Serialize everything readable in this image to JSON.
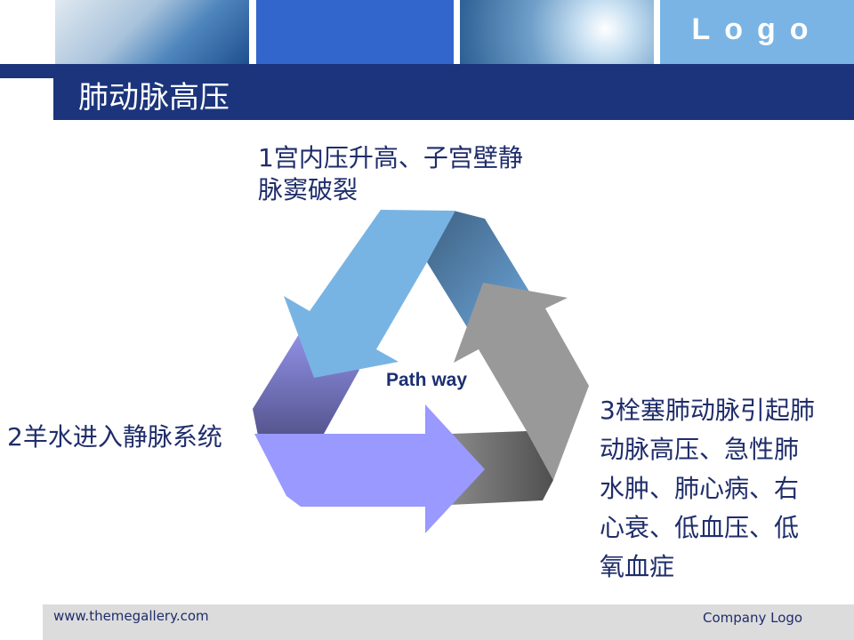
{
  "header": {
    "logo": "Logo",
    "title": "肺动脉高压"
  },
  "diagram": {
    "center_label": "Path way",
    "step1": [
      "1宫内压升高、子宫壁静",
      "脉窦破裂"
    ],
    "step2": "2羊水进入静脉系统",
    "step3": [
      "3栓塞肺动脉引起肺",
      "动脉高压、急性肺",
      "水肿、肺心病、右",
      "心衰、低血压、低",
      "氧血症"
    ],
    "colors": {
      "blue": "#78b4e3",
      "gray": "#999999",
      "purple": "#9999ff",
      "text": "#1f2d6b"
    }
  },
  "footer": {
    "website": "www.themegallery.com",
    "company": "Company Logo"
  }
}
